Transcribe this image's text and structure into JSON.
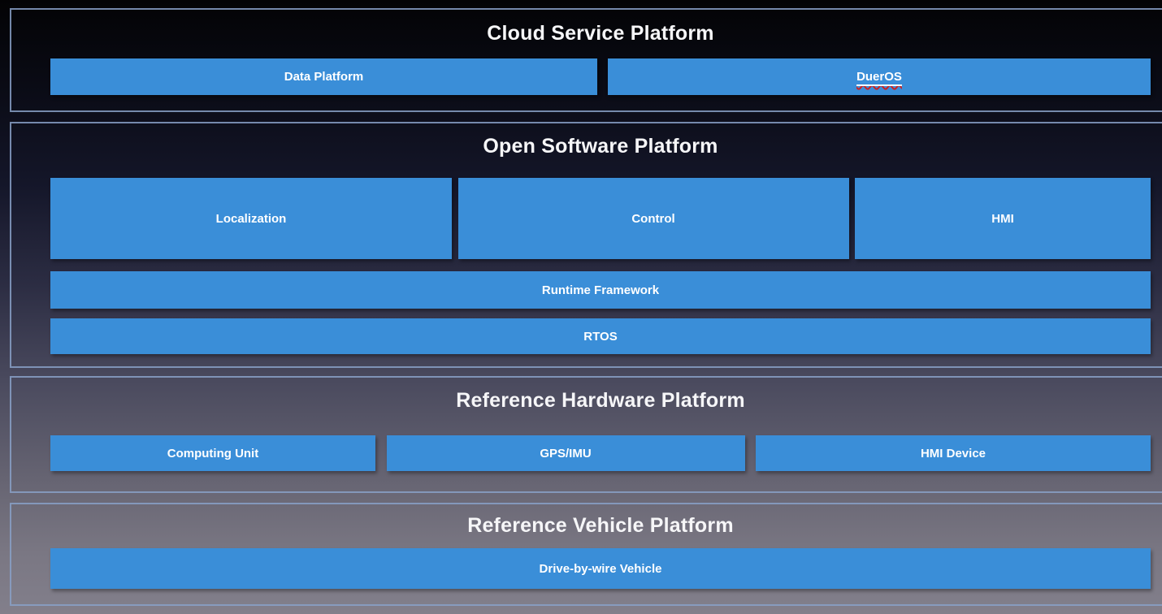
{
  "diagram": {
    "sections": [
      {
        "title": "Cloud Service Platform",
        "boxes": [
          "Data Platform",
          "DuerOS"
        ]
      },
      {
        "title": "Open Software Platform",
        "boxes": [
          "Localization",
          "Control",
          "HMI",
          "Runtime Framework",
          "RTOS"
        ]
      },
      {
        "title": "Reference Hardware Platform",
        "boxes": [
          "Computing Unit",
          "GPS/IMU",
          "HMI Device"
        ]
      },
      {
        "title": "Reference Vehicle Platform",
        "boxes": [
          "Drive-by-wire Vehicle"
        ]
      }
    ],
    "colors": {
      "box_fill": "#3A8ED8",
      "box_text": "#FFFFFF",
      "section_border": "#88A0C7",
      "title_text": "#F6F6F8",
      "background_top": "#030305",
      "background_bottom": "#827F8B",
      "dueros_squiggle": "#CC2222"
    }
  }
}
